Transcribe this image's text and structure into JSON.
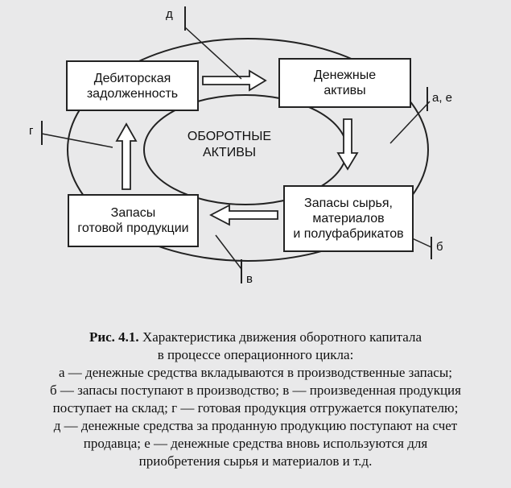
{
  "diagram": {
    "boxes": {
      "receivables": "Дебиторская\nзадолженность",
      "cash": "Денежные\nактивы",
      "raw": "Запасы сырья,\nматериалов\nи полуфабрикатов",
      "finished": "Запасы\nготовой продукции"
    },
    "center": "ОБОРОТНЫЕ\nАКТИВЫ",
    "markers": {
      "d": "д",
      "ae": "а, е",
      "g": "г",
      "b": "б",
      "v": "в"
    }
  },
  "caption": {
    "figure": "Рис. 4.1.",
    "title_1": "Характеристика движения оборотного капитала",
    "title_2": "в процессе операционного цикла:",
    "lines": [
      "а — денежные средства вкладываются в производственные запасы;",
      "б — запасы поступают в производство; в — произведенная продукция",
      "поступает на склад; г — готовая продукция отгружается покупателю;",
      "д — денежные средства за проданную продукцию поступают на счет",
      "продавца; е — денежные средства вновь используются для",
      "приобретения сырья и материалов и т.д."
    ]
  }
}
